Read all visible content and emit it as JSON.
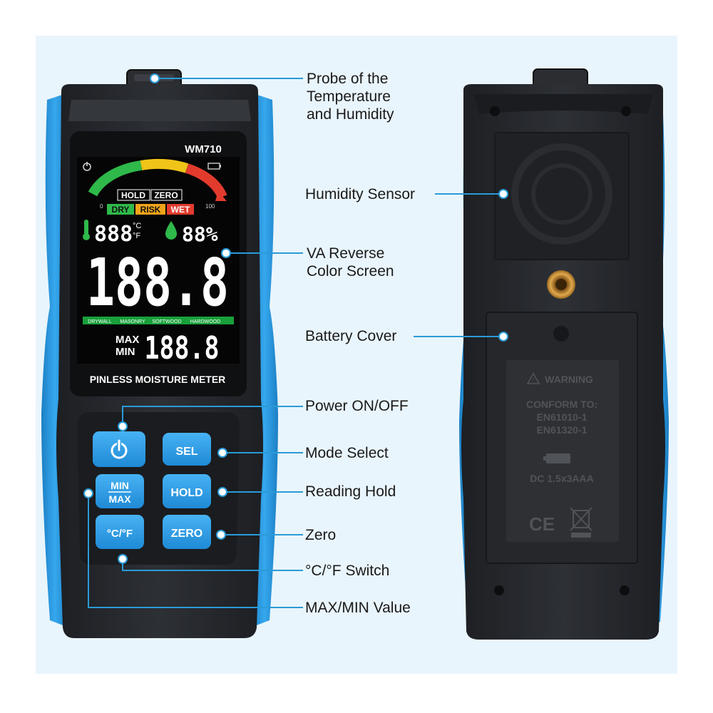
{
  "colors": {
    "background": "#e9f5fc",
    "body": "#25272b",
    "accent_blue": "#2f9fe6",
    "screen": "#0b0b0b",
    "callout_line": "#2a9bd8"
  },
  "device": {
    "model": "WM710",
    "screen": {
      "hold": "HOLD",
      "zero": "ZERO",
      "dry": "DRY",
      "risk": "RISK",
      "wet": "WET",
      "scale_min": "0",
      "scale_max": "100",
      "temperature": "888",
      "temp_unit_c": "°C",
      "temp_unit_f": "°F",
      "humidity": "88%",
      "main_reading": "188.8",
      "materials": [
        "DRYWALL",
        "MASONRY",
        "SOFTWOOD",
        "HARDWOOD"
      ],
      "max_label": "MAX",
      "min_label": "MIN",
      "max_min_reading": "188.8"
    },
    "front_label": "PINLESS MOISTURE METER",
    "buttons": {
      "power_icon": "power-icon",
      "sel": "SEL",
      "min": "MIN",
      "max": "MAX",
      "hold": "HOLD",
      "unit": "°C/°F",
      "zero": "ZERO"
    },
    "back": {
      "warning": "WARNING",
      "conform_to": "CONFORM TO:",
      "standard_1": "EN61010-1",
      "standard_2": "EN61320-1",
      "battery_spec": "DC 1.5x3AAA",
      "ce_mark": "CE"
    }
  },
  "callouts": {
    "probe": [
      "Probe of the",
      "Temperature",
      "and Humidity"
    ],
    "screen": [
      "VA Reverse",
      "Color Screen"
    ],
    "humidity_sensor": "Humidity Sensor",
    "battery_cover": "Battery Cover",
    "power": "Power ON/OFF",
    "mode_select": "Mode Select",
    "reading_hold": "Reading Hold",
    "zero": "Zero",
    "unit_switch": "°C/°F Switch",
    "max_min": "MAX/MIN Value"
  }
}
